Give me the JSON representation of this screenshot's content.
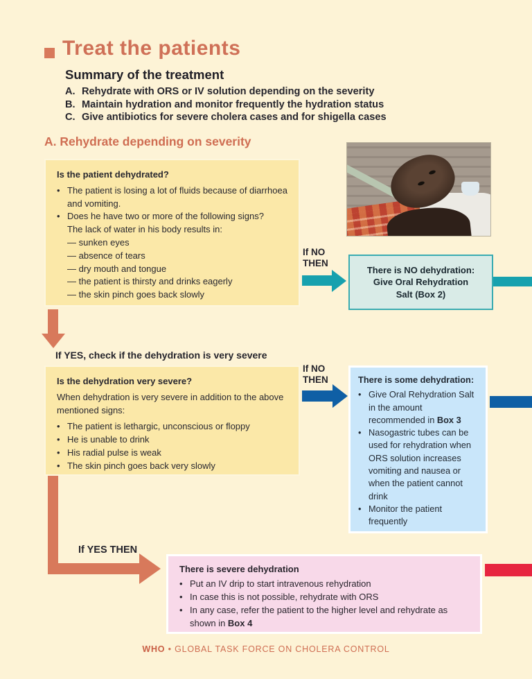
{
  "ui": {
    "bullet": "•"
  },
  "colors": {
    "page_bg": "#fdf3d6",
    "accent_coral": "#cf7057",
    "arrow_orange": "#d8795b",
    "teal": "#17a1ae",
    "blue": "#0f5fa5",
    "red": "#e72540",
    "yellow_box": "#fbe8a8",
    "teal_box": "#d9ebe7",
    "blue_box": "#c9e6fa",
    "pink_box": "#f8d9e9"
  },
  "header": {
    "title": "Treat the patients"
  },
  "summary": {
    "heading": "Summary of the treatment",
    "items": [
      {
        "label": "A.",
        "text": "Rehydrate with ORS or IV solution depending on the severity"
      },
      {
        "label": "B.",
        "text": "Maintain hydration and monitor frequently the hydration status"
      },
      {
        "label": "C.",
        "text": "Give antibiotics for severe cholera cases and for shigella cases"
      }
    ]
  },
  "section_a": {
    "heading": "A. Rehydrate depending on severity"
  },
  "q1": {
    "title": "Is the patient dehydrated?",
    "bullet1": "The patient is losing a lot of fluids because of diarrhoea and vomiting.",
    "bullet2": "Does he have two or more of the following signs?",
    "bullet2_sub": "The lack of water in his body results in:",
    "signs": [
      "— sunken eyes",
      "— absence of tears",
      "— dry mouth and tongue",
      "— the patient is thirsty and drinks eagerly",
      "— the skin pinch goes back slowly"
    ]
  },
  "connector_no1": {
    "line1": "If NO",
    "line2": "THEN"
  },
  "result_no1": {
    "line1": "There is NO dehydration:",
    "line2": "Give Oral Rehydration",
    "line3": "Salt (Box 2)"
  },
  "step2_label": "If YES, check if the dehydration is very severe",
  "q2": {
    "title": "Is the dehydration very severe?",
    "intro": "When dehydration is very severe in addition to the above mentioned signs:",
    "bullets": [
      "The patient is lethargic, unconscious or floppy",
      "He is unable to drink",
      "His radial pulse is weak",
      "The skin pinch goes back very slowly"
    ]
  },
  "connector_no2": {
    "line1": "If NO",
    "line2": "THEN"
  },
  "result_some": {
    "title": "There is some dehydration:",
    "bullet1_pre": "Give Oral Rehydration Salt in the amount recommended in ",
    "bullet1_bold": "Box 3",
    "bullet2": "Nasogastric tubes can be used for rehydration when ORS solution increases vomiting and nausea or when the patient cannot drink",
    "bullet3": "Monitor the patient frequently"
  },
  "connector_yes": {
    "label": "If YES THEN"
  },
  "result_severe": {
    "title": "There is severe dehydration",
    "bullet1": "Put an IV drip to start intravenous rehydration",
    "bullet2": "In case this is not possible, rehydrate with ORS",
    "bullet3_pre": "In any case, refer the patient to the higher level and rehydrate as shown in ",
    "bullet3_bold": "Box 4"
  },
  "footer": {
    "org": "WHO",
    "sep": "•",
    "text": "GLOBAL TASK FORCE ON CHOLERA CONTROL"
  }
}
